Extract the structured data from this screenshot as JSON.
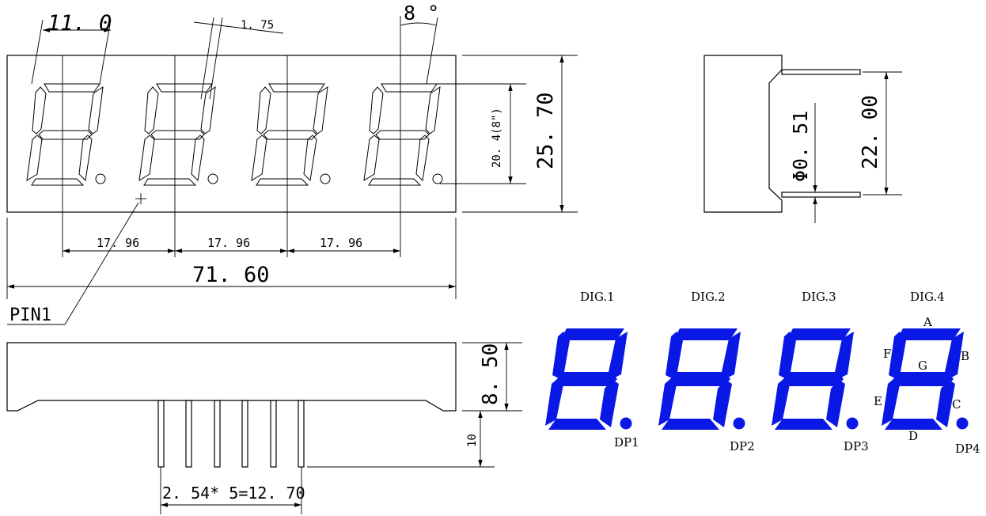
{
  "dimensions": {
    "digit_width": "11. 0",
    "segment_width": "1. 75",
    "slant_angle": "8 °",
    "digit_height": "20. 4(8\")",
    "body_height": "25. 70",
    "pitch": [
      "17. 96",
      "17. 96",
      "17. 96"
    ],
    "total_width": "71. 60",
    "pin1": "PIN1",
    "side_depth": "8. 50",
    "pin_length": "10",
    "pin_span": "2. 54* 5=12. 70",
    "pin_diameter": "Φ0. 51",
    "side_height": "22. 00"
  },
  "circuit": {
    "digits": [
      "DIG.1",
      "DIG.2",
      "DIG.3",
      "DIG.4"
    ],
    "decimal_points": [
      "DP1",
      "DP2",
      "DP3",
      "DP4"
    ],
    "segments": {
      "a": "A",
      "b": "B",
      "c": "C",
      "d": "D",
      "e": "E",
      "f": "F",
      "g": "G"
    }
  },
  "colors": {
    "segment_blue": "#0a18e6",
    "line": "#000000"
  }
}
